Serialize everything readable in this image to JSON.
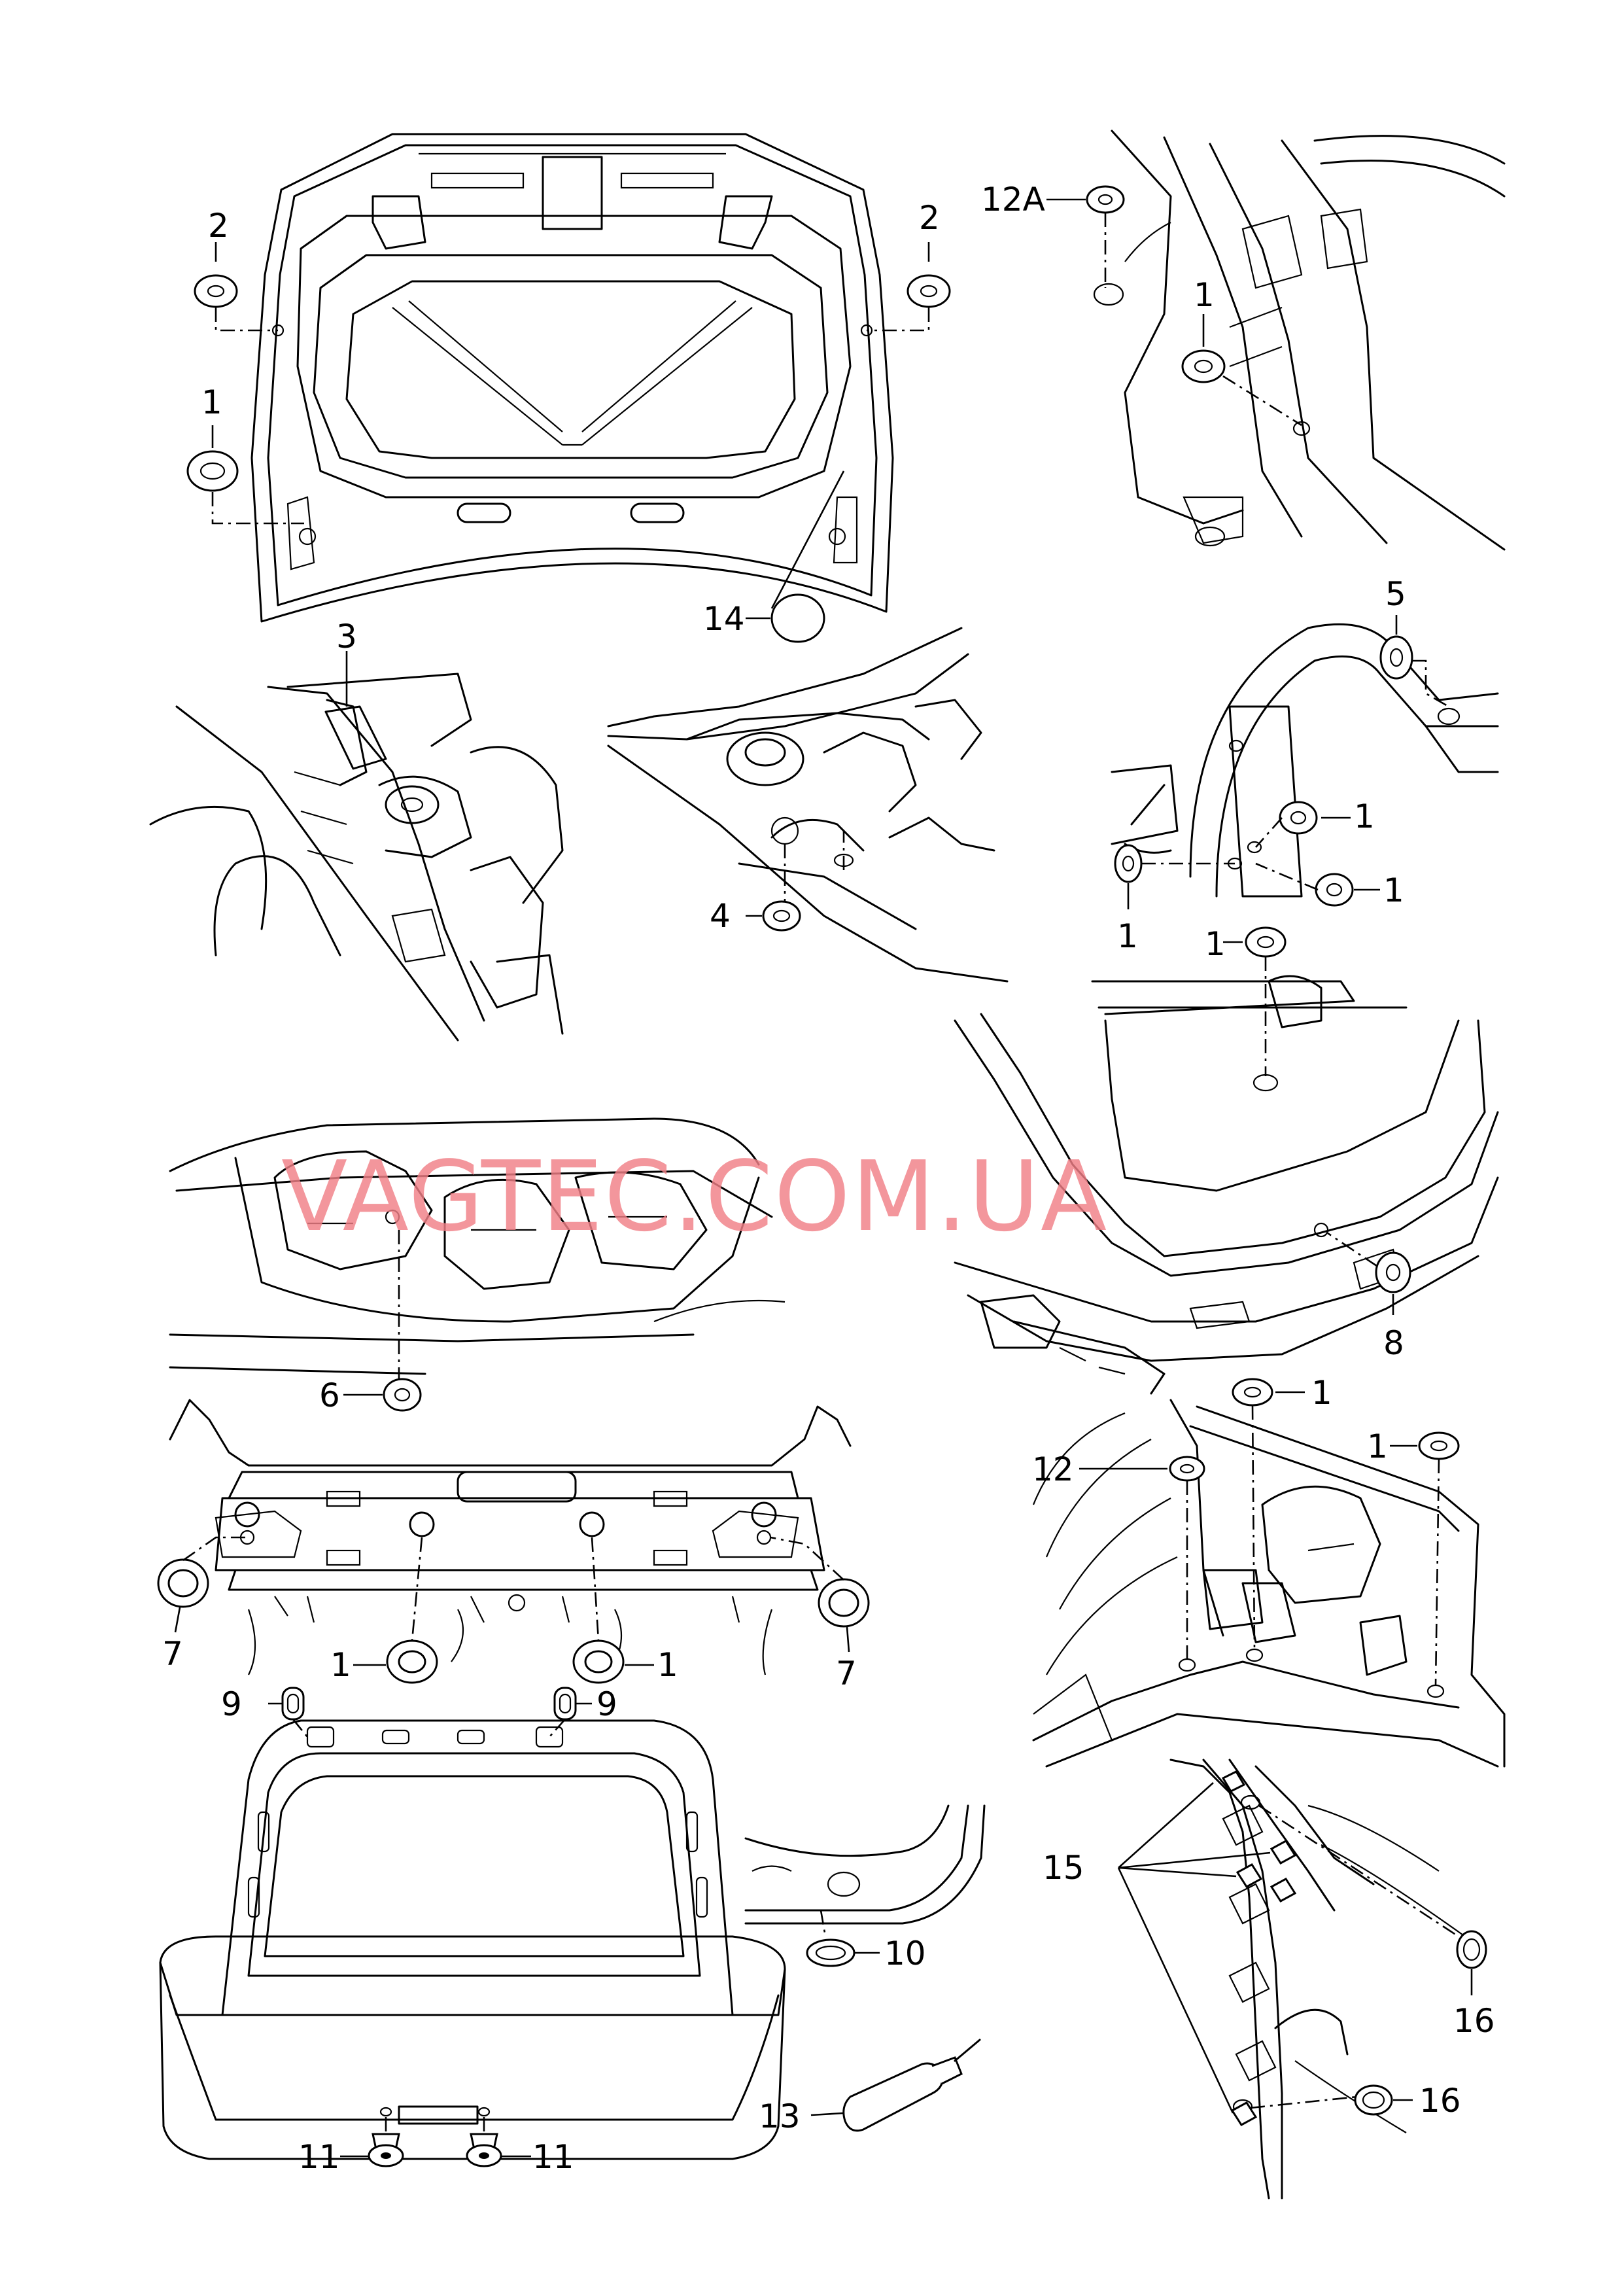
{
  "watermark": "VAGTEC.COM.UA",
  "callouts": {
    "c1_hood": "1",
    "c2_hood_left": "2",
    "c2_hood_right": "2",
    "c14": "14",
    "c12a": "12A",
    "c1_pillar": "1",
    "c3": "3",
    "c4": "4",
    "c5": "5",
    "c1_arch_a": "1",
    "c1_arch_b": "1",
    "c1_arch_c": "1",
    "c1_rear_top": "1",
    "c6": "6",
    "c8": "8",
    "c7_left": "7",
    "c7_right": "7",
    "c1_panel_left": "1",
    "c1_panel_right": "1",
    "c12": "12",
    "c1_quarter_a": "1",
    "c1_quarter_b": "1",
    "c9_left": "9",
    "c9_right": "9",
    "c10": "10",
    "c11_left": "11",
    "c11_right": "11",
    "c13": "13",
    "c15": "15",
    "c16_upper": "16",
    "c16_lower": "16"
  }
}
